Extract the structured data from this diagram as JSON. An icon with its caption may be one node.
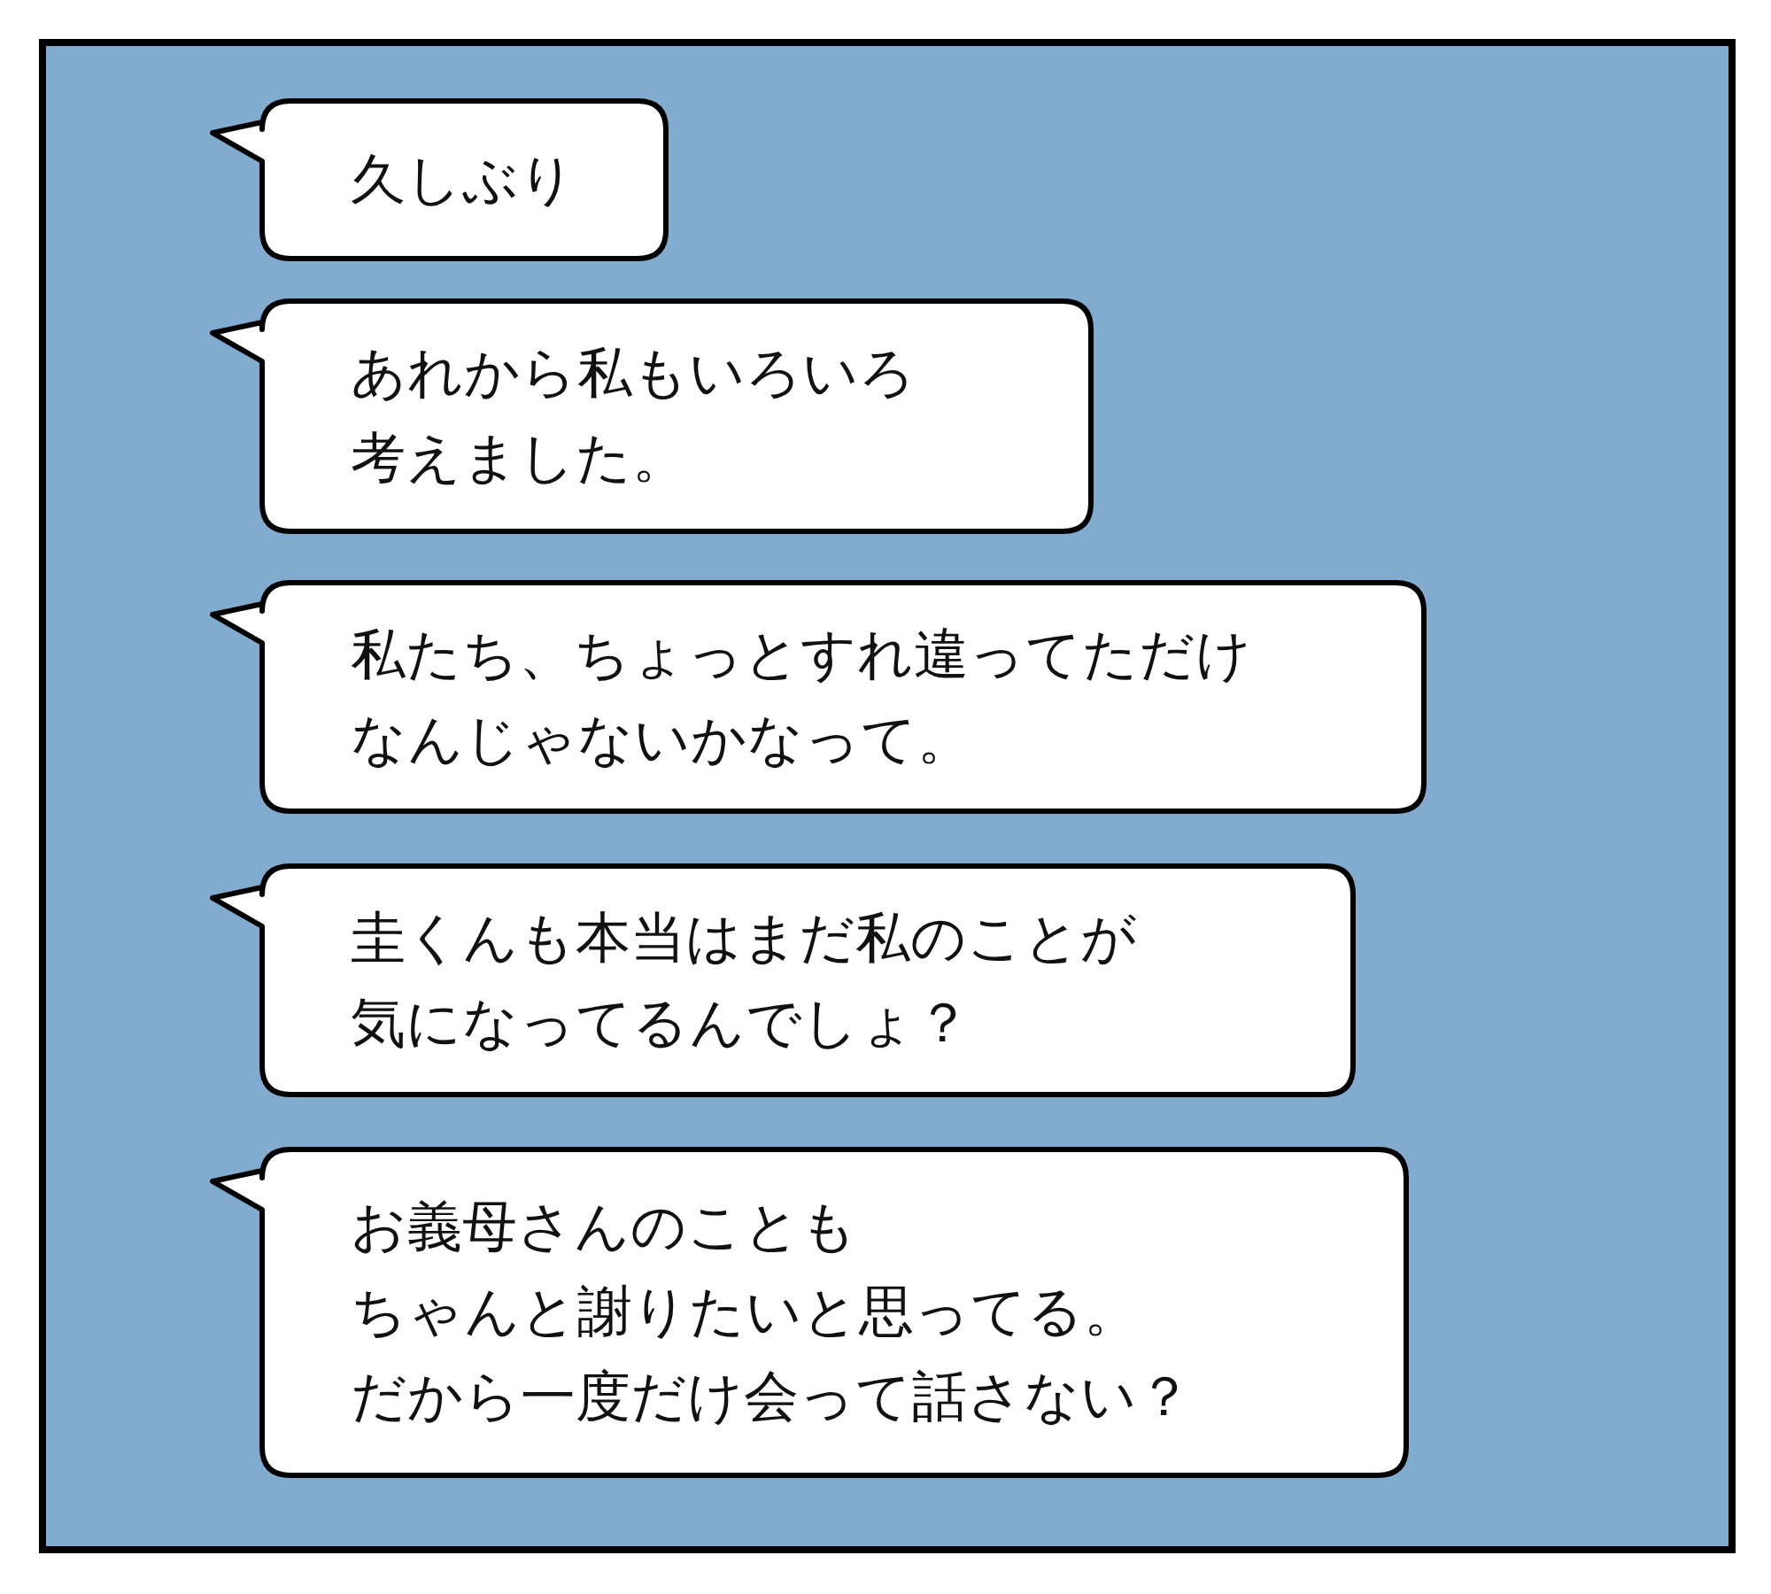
{
  "diagram": {
    "nodes": [
      {
        "text": [
          "久しぶり"
        ]
      },
      {
        "text": [
          "あれから私もいろいろ考えました。"
        ]
      },
      {
        "text": [
          "私たち、ちょっとすれ違ってただけなんじゃないかなって。"
        ]
      },
      {
        "text": [
          "圭くんも本当はまだ私のことが気になってるんでしょ？"
        ]
      },
      {
        "text": [
          "お義母さんのこともちゃんと謝りたいと思ってる。だから一度だけ会って話さない？"
        ]
      }
    ]
  }
}
